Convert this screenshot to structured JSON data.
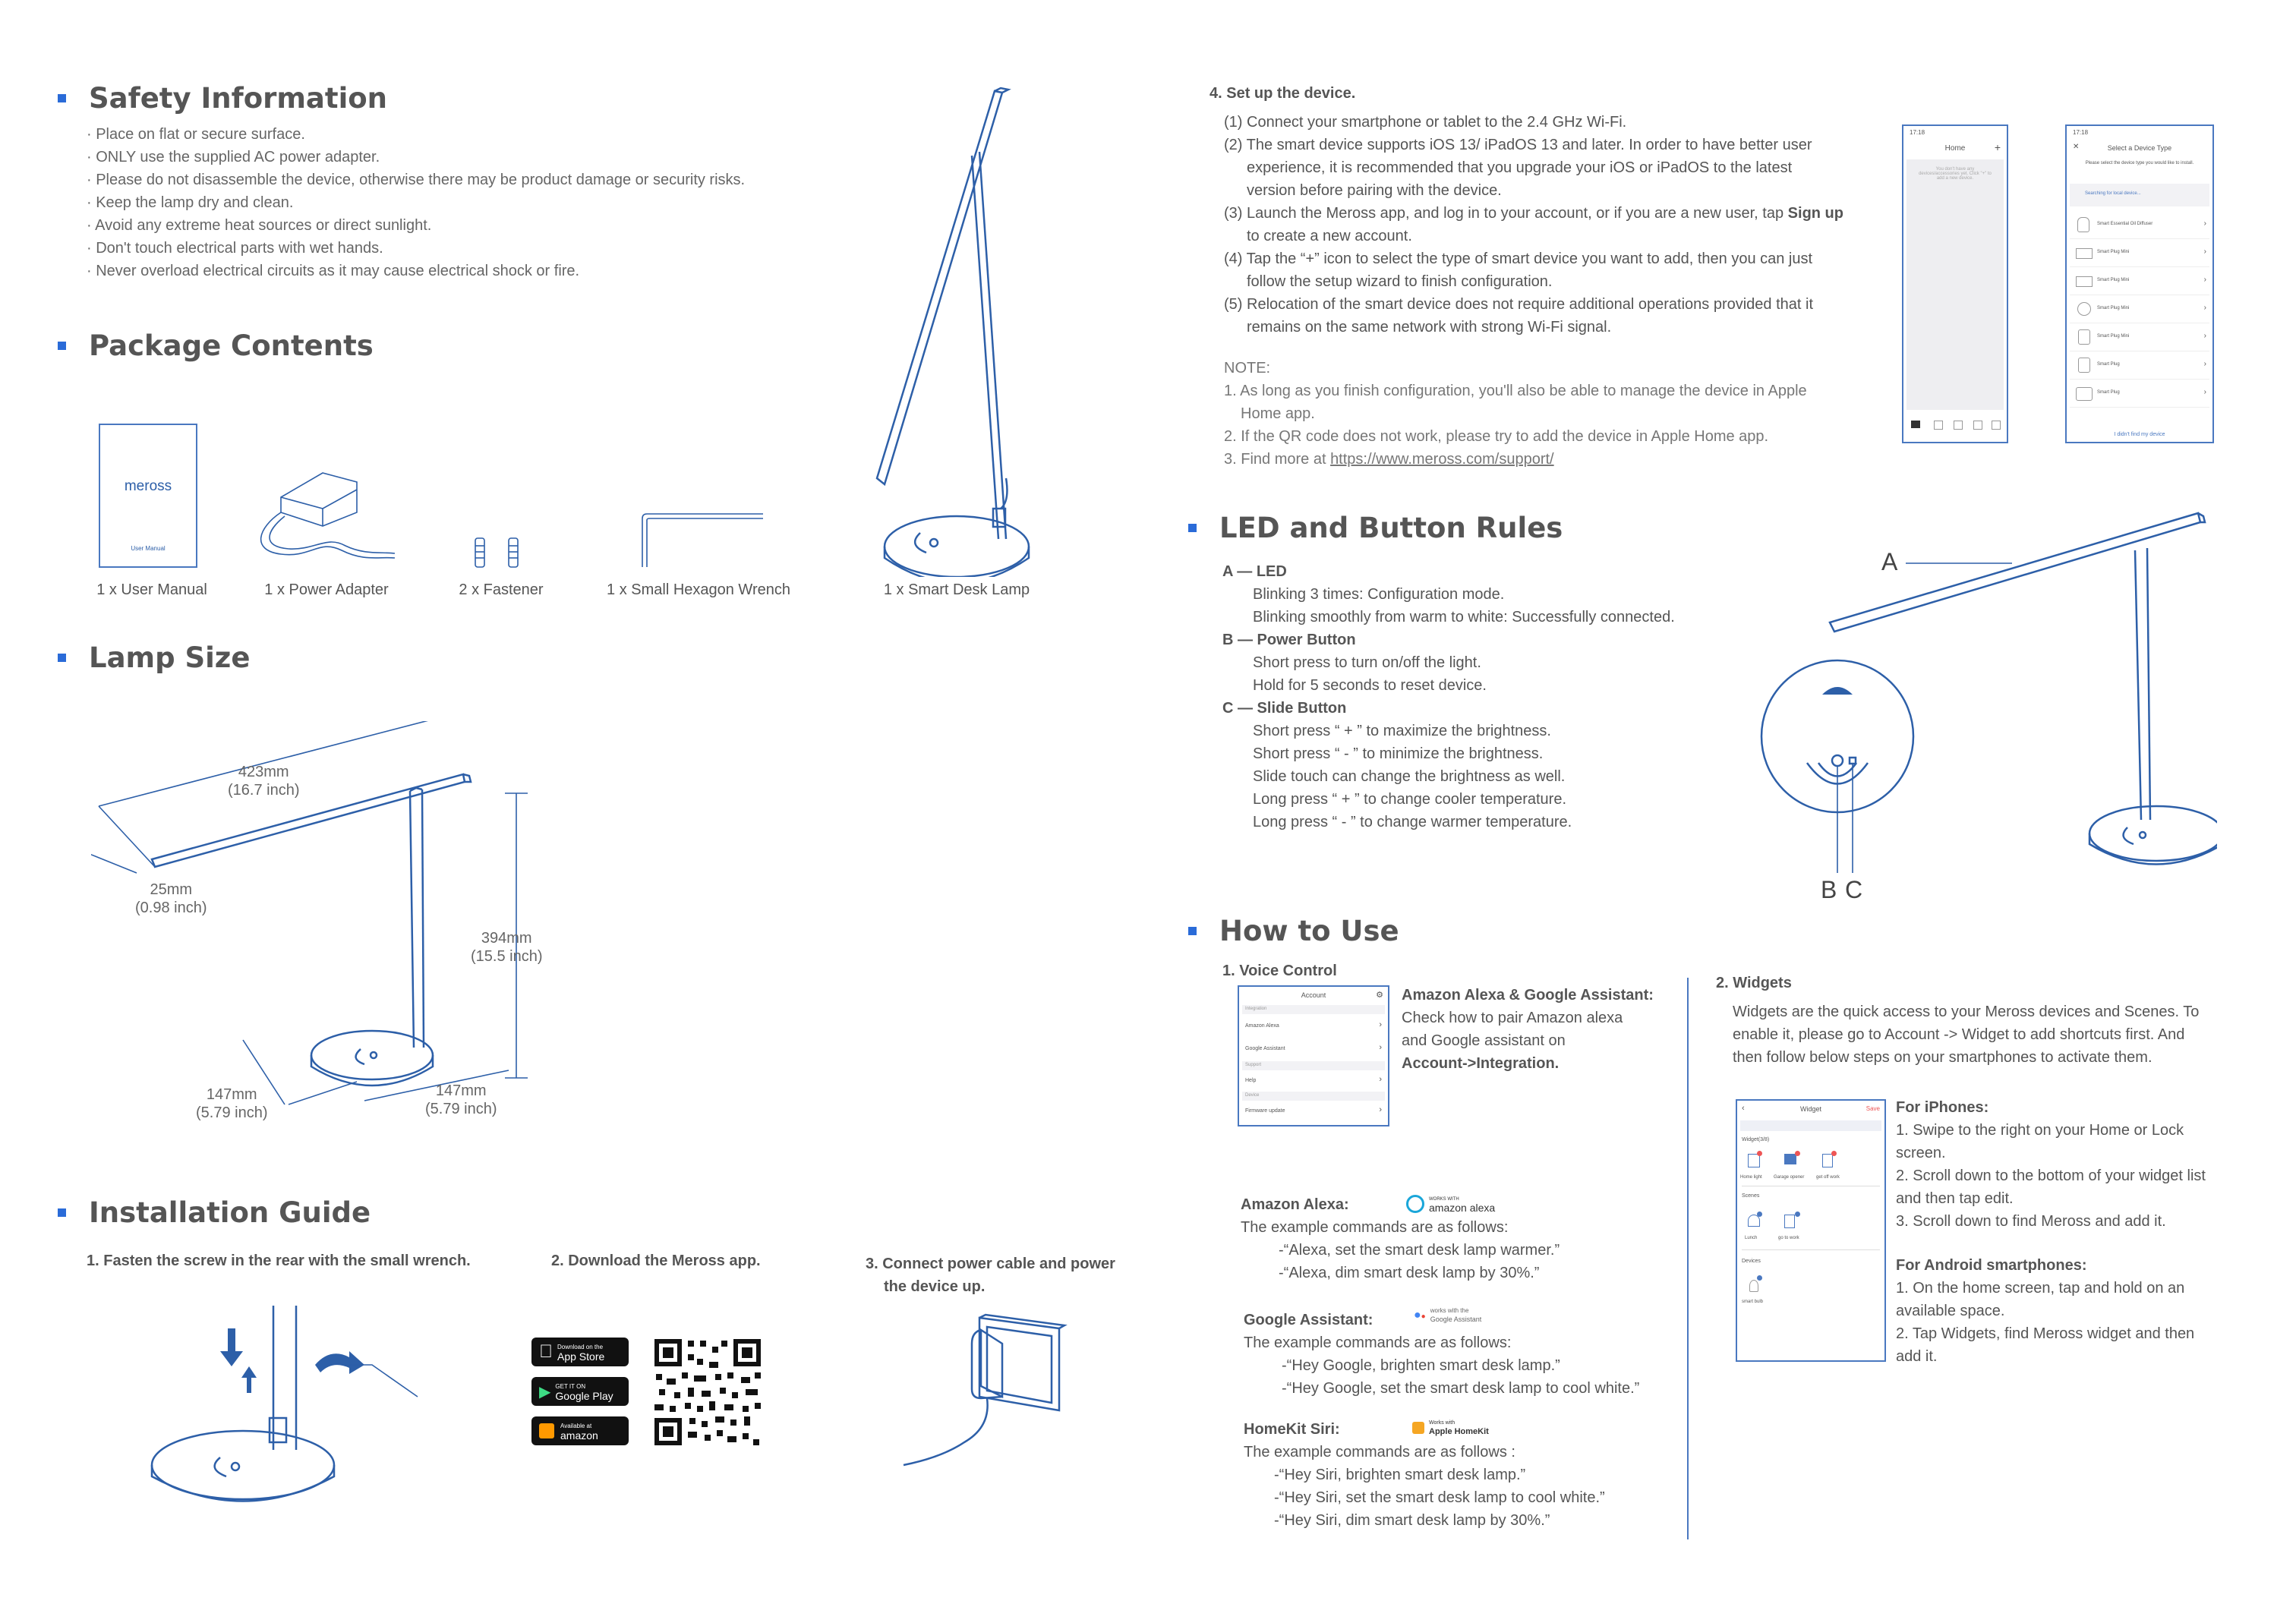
{
  "safety": {
    "title": "Safety Information",
    "items": [
      "· Place on flat or secure surface.",
      "· ONLY use the supplied AC power adapter.",
      "· Please do not disassemble the device, otherwise there may be product damage or security risks.",
      "· Keep the lamp dry and clean.",
      "· Avoid any extreme heat sources or direct sunlight.",
      "· Don't touch electrical parts with wet hands.",
      "· Never overload electrical circuits as it may cause electrical shock or fire."
    ]
  },
  "package": {
    "title": "Package Contents",
    "manual_logo": "meross",
    "manual_sub": "User Manual",
    "items": [
      "1 x User Manual",
      "1 x Power Adapter",
      "2 x Fastener",
      "1 x Small Hexagon Wrench",
      "1 x Smart Desk Lamp"
    ]
  },
  "lamp_size": {
    "title": "Lamp Size",
    "dims": {
      "length": "423mm",
      "length_in": "(16.7 inch)",
      "width": "25mm",
      "width_in": "(0.98 inch)",
      "height": "394mm",
      "height_in": "(15.5 inch)",
      "base_a": "147mm",
      "base_a_in": "(5.79 inch)",
      "base_b": "147mm",
      "base_b_in": "(5.79 inch)"
    }
  },
  "install": {
    "title": "Installation Guide",
    "step1": "1. Fasten the screw in the rear with the small wrench.",
    "step2": "2. Download the Meross app.",
    "step3a": "3. Connect power cable and power",
    "step3b": "the device up.",
    "badges": {
      "appstore_small": "Download on the",
      "appstore": "App Store",
      "gplay_small": "GET IT ON",
      "gplay": "Google Play",
      "amazon_small": "Available at",
      "amazon": "amazon"
    }
  },
  "setup": {
    "title": "4. Set up the device.",
    "lines": [
      "(1) Connect your smartphone or tablet to the 2.4 GHz Wi-Fi.",
      "(2) The smart device supports iOS 13/ iPadOS 13 and later. In order to have better user",
      "experience, it is recommended that you upgrade your iOS or iPadOS to the latest",
      "version before pairing with the device.",
      "(3) Launch the Meross app, and log in to your account, or if you are a new user, tap",
      "to create a new account.",
      "(4) Tap the “+” icon to select the type of smart device you want to add, then you can just",
      "follow the setup wizard to finish configuration.",
      "(5) Relocation of the smart device does not require additional operations provided that it",
      "remains on the same network with strong Wi-Fi signal."
    ],
    "sign_up": "Sign up",
    "note_title": "NOTE:",
    "notes": [
      "1. As long as you finish configuration, you'll also be able to manage the device in Apple",
      "Home app.",
      "2. If the QR code does not work, please try to add the device in Apple Home app.",
      "3. Find more at "
    ],
    "link": "https://www.meross.com/support/",
    "phone1": {
      "time": "17:18",
      "title": "Home",
      "plus": "+",
      "empty": "You don't have any devices/accessories yet. Click \"+\" to add a new device."
    },
    "phone2": {
      "time": "17:18",
      "title": "Select a Device Type",
      "hint": "Please select the device type you would like to install.",
      "search": "Searching for local device...",
      "rows": [
        "Smart Essential Oil Diffuser",
        "Smart Plug Mini",
        "Smart Plug Mini",
        "Smart Plug Mini",
        "Smart Plug Mini",
        "Smart Plug",
        "Smart Plug"
      ],
      "footer": "I didn't find my device"
    }
  },
  "led": {
    "title": "LED and Button Rules",
    "a_head": "A — LED",
    "a_lines": [
      "Blinking 3 times: Configuration mode.",
      "Blinking smoothly from warm to white: Successfully connected."
    ],
    "b_head": "B — Power Button",
    "b_lines": [
      "Short press to turn on/off the light.",
      "Hold for 5 seconds to reset device."
    ],
    "c_head": "C — Slide Button",
    "c_lines": [
      "Short press “ + ” to maximize the brightness.",
      "Short press “ - ”  to minimize the brightness.",
      "Slide touch can change the brightness as well.",
      "Long press “ + ” to change cooler temperature.",
      "Long press “ - ” to change warmer temperature."
    ],
    "label_a": "A",
    "label_b": "B",
    "label_c": "C"
  },
  "howto": {
    "title": "How to Use",
    "voice_title": "1. Voice Control",
    "phone": {
      "title": "Account",
      "rows": [
        "Integration",
        "Amazon Alexa",
        "Google Assistant",
        "Support",
        "Help",
        "Device",
        "Firmware update"
      ]
    },
    "pair_title": "Amazon Alexa & Google Assistant:",
    "pair_lines": [
      "Check how to pair Amazon alexa",
      "and Google assistant on"
    ],
    "pair_bold": "Account->Integration.",
    "alexa_title": "Amazon Alexa:",
    "alexa_badge_small": "WORKS WITH",
    "alexa_badge": "amazon alexa",
    "alexa_intro": "The example commands are as follows:",
    "alexa_cmds": [
      "-“Alexa, set the smart desk lamp warmer.”",
      "-“Alexa, dim smart desk lamp by 30%.”"
    ],
    "google_title": "Google Assistant:",
    "google_badge_small": "works with the",
    "google_badge": "Google Assistant",
    "google_intro": "The example commands are as follows:",
    "google_cmds": [
      "-“Hey Google, brighten smart desk lamp.”",
      "-“Hey Google, set the smart desk lamp to cool white.”"
    ],
    "siri_title": "HomeKit Siri:",
    "siri_badge_small": "Works with",
    "siri_badge": "Apple HomeKit",
    "siri_intro": "The example commands are as follows :",
    "siri_cmds": [
      "-“Hey Siri, brighten smart desk lamp.”",
      "-“Hey Siri, set the smart desk lamp to cool white.”",
      "-“Hey Siri, dim smart desk lamp by 30%.”"
    ],
    "widgets_title": "2. Widgets",
    "widgets_lines": [
      "Widgets are the quick access to your Meross devices and Scenes. To",
      "enable it, please go to Account -> Widget to add shortcuts first. And",
      "then follow below steps on your smartphones to activate them."
    ],
    "widget_phone": {
      "title": "Widget",
      "save": "Save",
      "sec1": "Widget(3/8)",
      "sec2": "Scenes",
      "sec3": "Devices",
      "items1": [
        "Home light",
        "Garage opener",
        "get off work"
      ],
      "items2": [
        "Lunch",
        "go to work"
      ],
      "items3": [
        "smart bulb"
      ]
    },
    "iphone_title": "For iPhones:",
    "iphone_lines": [
      "1. Swipe to the right on your Home or Lock",
      "screen.",
      "2. Scroll down to the bottom of your widget list",
      "and then tap edit.",
      "3. Scroll down to find Meross and add it."
    ],
    "android_title": "For Android smartphones:",
    "android_lines": [
      "1. On the home screen, tap and hold on an",
      "available space.",
      "2. Tap Widgets, find Meross widget and then",
      "add it."
    ]
  }
}
